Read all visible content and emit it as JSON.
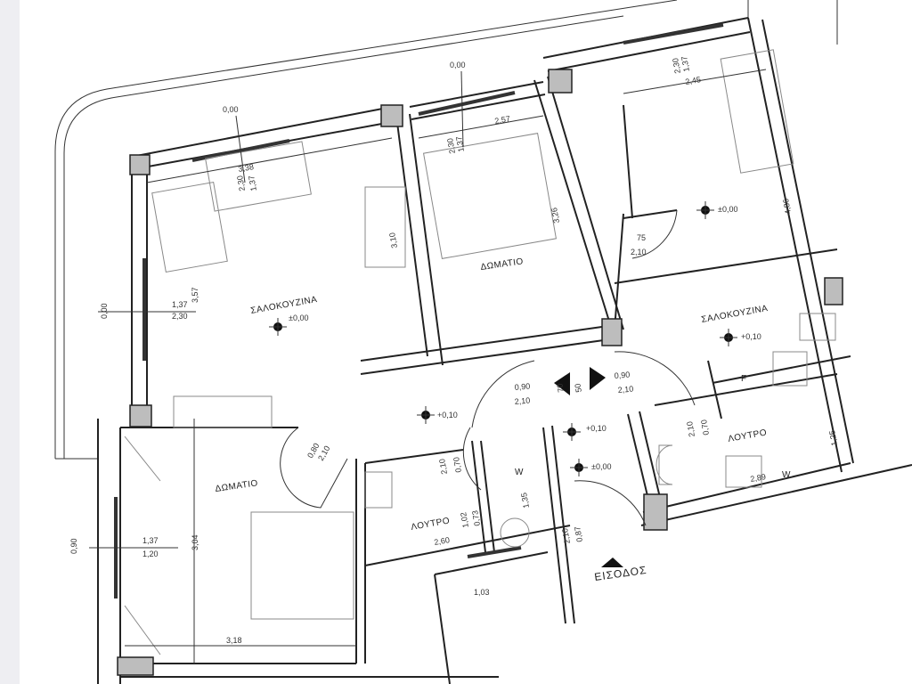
{
  "rooms": {
    "living_left": "ΣΑΛΟΚΟΥΖΙΝΑ",
    "bedroom_top": "ΔΩΜΑΤΙΟ",
    "living_right": "ΣΑΛΟΚΟΥΖΙΝΑ",
    "bedroom_left": "ΔΩΜΑΤΙΟ",
    "bath_center": "ΛΟΥΤΡΟ",
    "bath_right": "ΛΟΥΤΡΟ",
    "entrance": "ΕΙΣΟΔΟΣ"
  },
  "levels": {
    "living_left": "±0,00",
    "living_top_right": "±0,00",
    "living_right": "+0,10",
    "hall_left": "+0,10",
    "hall_center": "+0,10",
    "entrance": "±0,00"
  },
  "fixtures": {
    "fridge": "F",
    "washer_right": "W",
    "washer_center": "W"
  },
  "dimensions": {
    "win1_sill": "0,00",
    "living_width": "3,38",
    "win1_h": "1,37",
    "win1_b": "2,30",
    "win2_sill": "0,00",
    "win2_h": "1,37",
    "win2_b": "2,30",
    "living_depth": "3,57",
    "kitchen_len": "3,10",
    "win3_sill": "0,00",
    "bed_width": "2,57",
    "win3_h": "1,37",
    "win3_b": "2,30",
    "bed_depth": "3,26",
    "win4_h": "1,37",
    "win4_b": "2,30",
    "right_width": "2,45",
    "right_depth": "4,86",
    "door1_w": "75",
    "door1_h": "2,10",
    "door2_w": "0,90",
    "door2_h": "2,10",
    "door3_a": "70",
    "door3_b": "50",
    "door4_w": "0,90",
    "door4_h": "2,10",
    "door5_w": "0,70",
    "door5_h": "2,10",
    "bath_r_depth": "1,25",
    "bath_r_width": "2,89",
    "door6_w": "0,80",
    "door6_h": "2,10",
    "door7_w": "0,70",
    "door7_h": "2,10",
    "wc_len": "1,35",
    "win5_h": "0,73",
    "win5_b": "1,02",
    "bath_c_width": "2,60",
    "store_w": "1,03",
    "door8_w": "0,87",
    "door8_h": "2,10",
    "win6_sill": "0,90",
    "win6_h": "1,37",
    "win6_b": "1,20",
    "bed_l_depth": "3,04",
    "bed_l_width": "3,18"
  }
}
